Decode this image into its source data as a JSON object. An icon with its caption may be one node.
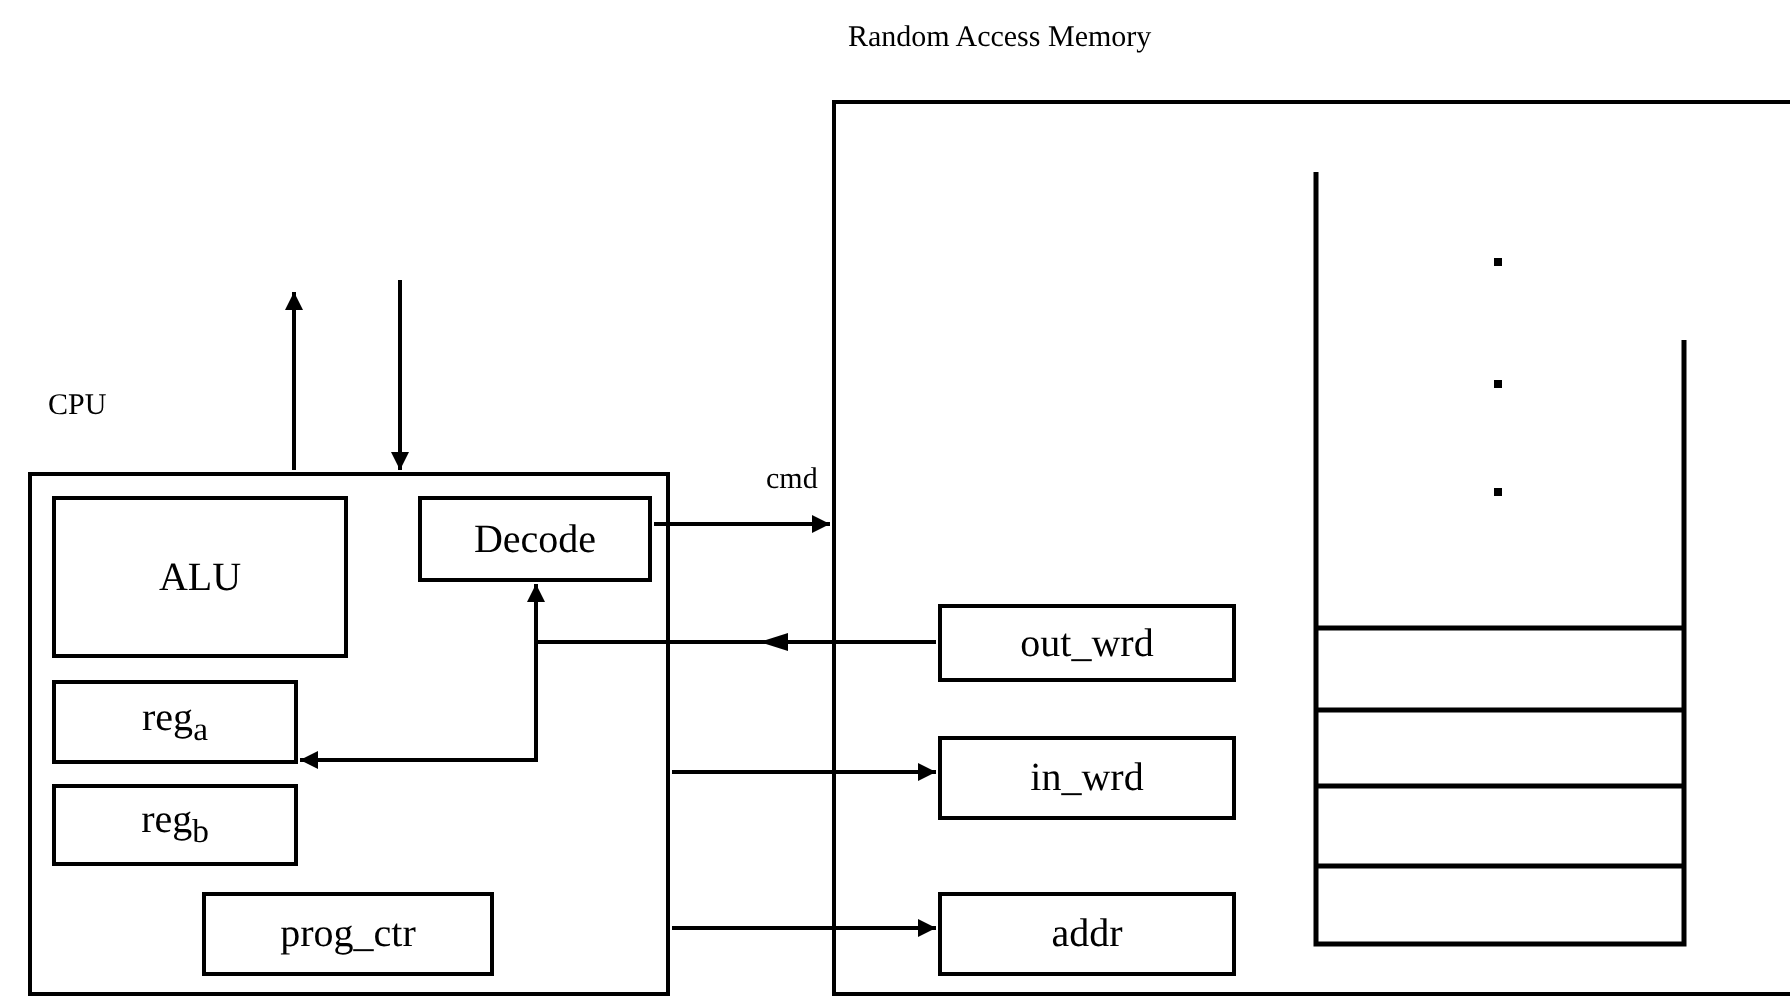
{
  "diagram": {
    "nodes": [
      {
        "text": [
          "CPU"
        ]
      },
      {
        "text": [
          "ALU"
        ],
        "in": 0
      },
      {
        "text": [
          "Decode"
        ],
        "in": 0
      },
      {
        "text": [
          "reg$_{a}$"
        ],
        "in": 0
      },
      {
        "text": [
          "reg$_{b}$"
        ],
        "in": 0
      },
      {
        "text": [
          "prog_ctr"
        ],
        "in": 0
      },
      {
        "text": [
          "Random Access Memory"
        ]
      },
      {
        "text": [
          "out_wrd"
        ],
        "in": 6
      },
      {
        "text": [
          "in_wrd"
        ],
        "in": 6
      },
      {
        "text": [
          "addr"
        ],
        "in": 6
      },
      {
        "text": [],
        "shape": "box",
        "in": 6
      }
    ],
    "edges": [
      {
        "from": 0,
        "to": null,
        "arrow": "to"
      },
      {
        "from": null,
        "to": 0,
        "arrow": "to"
      },
      {
        "from": 2,
        "to": 6,
        "arrow": "to",
        "label": "cmd"
      },
      {
        "from": 7,
        "to": 2,
        "arrow": "to"
      },
      {
        "from": 7,
        "to": 3,
        "arrow": "to"
      },
      {
        "from": 0,
        "to": 8,
        "arrow": "to"
      },
      {
        "from": 0,
        "to": 9,
        "arrow": "to"
      }
    ]
  }
}
